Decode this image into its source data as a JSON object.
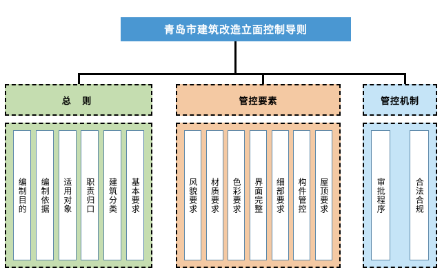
{
  "title": {
    "text": "青岛市建筑改造立面控制导则",
    "background": "#4a97d2",
    "color": "#ffffff"
  },
  "sections": [
    {
      "key": "general-principles",
      "header": "总  则",
      "fill": "#c5ddb0",
      "items": [
        "编制目的",
        "编制依据",
        "适用对象",
        "职责归口",
        "建筑分类",
        "基本要求"
      ]
    },
    {
      "key": "control-elements",
      "header": "管控要素",
      "fill": "#f4c9a3",
      "items": [
        "风貌要求",
        "材质要求",
        "色彩要求",
        "界面完整",
        "细部要求",
        "构件管控",
        "屋顶要求"
      ]
    },
    {
      "key": "control-mechanism",
      "header": "管控机制",
      "fill": "#c5e4f7",
      "items": [
        "审批程序",
        "合法合规"
      ]
    }
  ]
}
